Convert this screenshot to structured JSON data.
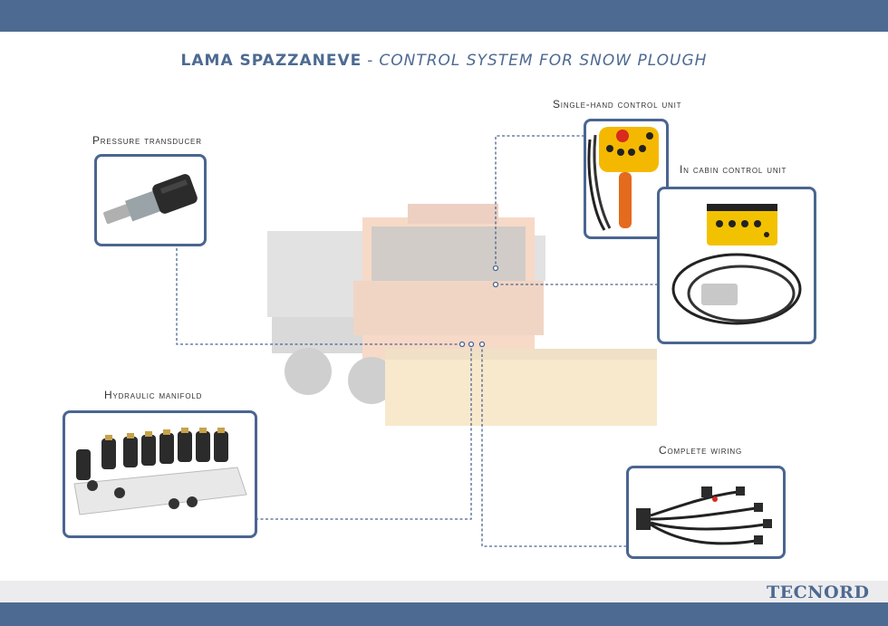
{
  "title": {
    "main": "LAMA SPAZZANEVE",
    "separator": "-",
    "subtitle": "CONTROL SYSTEM FOR SNOW PLOUGH"
  },
  "components": {
    "pressure_transducer": "Pressure transducer",
    "single_hand_control_unit": "Single-hand control unit",
    "in_cabin_control_unit": "In cabin control unit",
    "hydraulic_manifold": "Hydraulic manifold",
    "complete_wiring": "Complete wiring"
  },
  "brand": "TECNORD",
  "colors": {
    "accent": "#4d6a92",
    "box_border": "#4a6590",
    "connector": "#4a6590",
    "truck_orange": "#e5783a",
    "plough_yellow": "#e9b24a"
  }
}
